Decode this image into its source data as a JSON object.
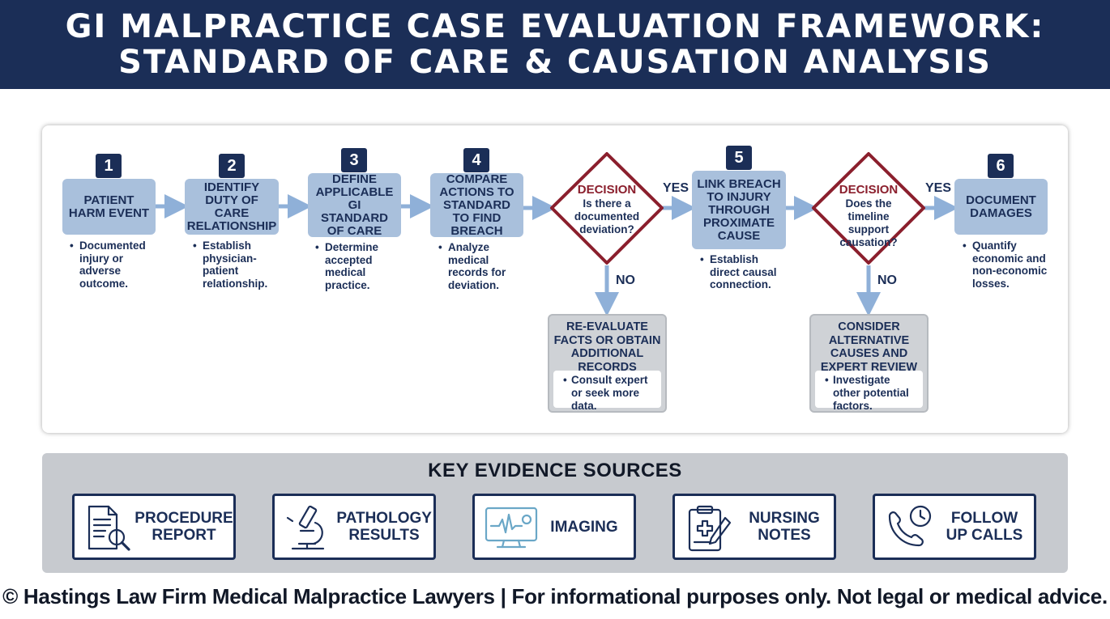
{
  "header": {
    "line1": "GI MALPRACTICE CASE EVALUATION FRAMEWORK:",
    "line2": "STANDARD OF CARE & CAUSATION ANALYSIS"
  },
  "steps": [
    {
      "num": "1",
      "title": "PATIENT HARM EVENT",
      "desc": "Documented injury or adverse outcome."
    },
    {
      "num": "2",
      "title": "IDENTIFY DUTY OF CARE RELATIONSHIP",
      "desc": "Establish physician-patient relationship."
    },
    {
      "num": "3",
      "title": "DEFINE APPLICABLE GI STANDARD OF CARE",
      "desc": "Determine accepted medical practice."
    },
    {
      "num": "4",
      "title": "COMPARE ACTIONS TO STANDARD TO FIND BREACH",
      "desc": "Analyze medical records for deviation."
    },
    {
      "num": "5",
      "title": "LINK BREACH TO INJURY THROUGH PROXIMATE CAUSE",
      "desc": "Establish direct causal connection."
    },
    {
      "num": "6",
      "title": "DOCUMENT DAMAGES",
      "desc": "Quantify economic and non-economic losses."
    }
  ],
  "decisions": [
    {
      "title": "DECISION",
      "question": "Is there a documented deviation?",
      "yes": "YES",
      "no": "NO"
    },
    {
      "title": "DECISION",
      "question": "Does the timeline support causation?",
      "yes": "YES",
      "no": "NO"
    }
  ],
  "alternatives": [
    {
      "title": "RE-EVALUATE FACTS OR OBTAIN ADDITIONAL RECORDS",
      "desc": "Consult expert or seek more data."
    },
    {
      "title": "CONSIDER ALTERNATIVE CAUSES AND EXPERT REVIEW",
      "desc": "Investigate other potential factors."
    }
  ],
  "evidence": {
    "title": "KEY EVIDENCE SOURCES",
    "items": [
      {
        "label": "PROCEDURE REPORT",
        "icon": "document-magnifier-icon"
      },
      {
        "label": "PATHOLOGY RESULTS",
        "icon": "microscope-icon"
      },
      {
        "label": "IMAGING",
        "icon": "monitor-waveform-icon"
      },
      {
        "label": "NURSING NOTES",
        "icon": "clipboard-medical-icon"
      },
      {
        "label": "FOLLOW UP CALLS",
        "icon": "phone-clock-icon"
      }
    ]
  },
  "footer": "© Hastings Law Firm Medical Malpractice Lawyers | For informational purposes only. Not legal or medical advice.",
  "colors": {
    "navy": "#1b2e57",
    "step_blue": "#a9c0dc",
    "arrow_blue": "#8fb0d8",
    "decision_red": "#8b1f2d",
    "panel_gray": "#c7cacf"
  }
}
